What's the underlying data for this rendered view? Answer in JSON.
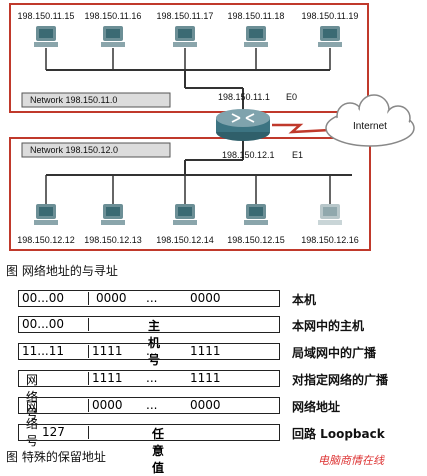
{
  "network_diagram": {
    "top_hosts": [
      "198.150.11.15",
      "198.150.11.16",
      "198.150.11.17",
      "198.150.11.18",
      "198.150.11.19"
    ],
    "bottom_hosts": [
      "198.150.12.12",
      "198.150.12.13",
      "198.150.12.14",
      "198.150.12.15",
      "198.150.12.16"
    ],
    "network_top_label": "Network 198.150.11.0",
    "network_bottom_label": "Network 198.150.12.0",
    "router_ip_top": "198.150.11.1",
    "router_if_top": "E0",
    "router_ip_bottom": "198.150.12.1",
    "router_if_bottom": "E1",
    "cloud_label": "Internet",
    "colors": {
      "border": "#c0392b",
      "link": "#c0392b"
    }
  },
  "caption_1": "图 网络地址的与寻址",
  "special_addresses": {
    "rows": [
      {
        "net": "00...00",
        "host_a": "0000",
        "dots": "...",
        "host_b": "0000",
        "desc": "本机"
      },
      {
        "net": "00...00",
        "host_a": "",
        "dots": "主 机 号",
        "host_b": "",
        "desc": "本网中的主机"
      },
      {
        "net": "11...11",
        "host_a": "1111",
        "dots": "...",
        "host_b": "1111",
        "desc": "局域网中的广播"
      },
      {
        "net": "网络号",
        "host_a": "1111",
        "dots": "...",
        "host_b": "1111",
        "desc": "对指定网络的广播"
      },
      {
        "net": "网络号",
        "host_a": "0000",
        "dots": "...",
        "host_b": "0000",
        "desc": "网络地址"
      },
      {
        "net": "127",
        "host_a": "",
        "dots": "任 意 值",
        "host_b": "",
        "desc": "回路 Loopback"
      }
    ]
  },
  "caption_2": "图 特殊的保留地址",
  "watermark": "电脑商情在线"
}
